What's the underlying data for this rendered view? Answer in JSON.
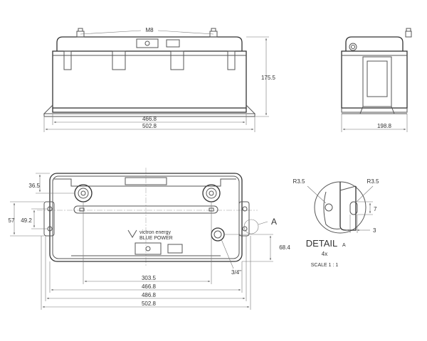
{
  "front_view": {
    "thread_label": "M8",
    "height_dim": "175.5",
    "inner_width_dim": "466.8",
    "outer_width_dim": "502.8"
  },
  "side_view": {
    "width_dim": "198.8"
  },
  "top_view": {
    "terminal_offset_dim": "36.5",
    "left_outer_dim": "57",
    "left_inner_dim": "49.2",
    "right_height_dim": "68.4",
    "terminal_spacing_dim": "303.5",
    "width_dim_1": "466.8",
    "width_dim_2": "486.8",
    "width_dim_3": "502.8",
    "vent_label": "3/4\"",
    "detail_callout": "A",
    "logo_text_1": "victron energy",
    "logo_text_2": "BLUE POWER"
  },
  "detail": {
    "radius_left": "R3.5",
    "radius_right": "R3.5",
    "slot_height_dim": "7",
    "slot_width_dim": "3",
    "title": "DETAIL",
    "letter": "A",
    "count": "4x",
    "scale": "SCALE 1 : 1"
  }
}
